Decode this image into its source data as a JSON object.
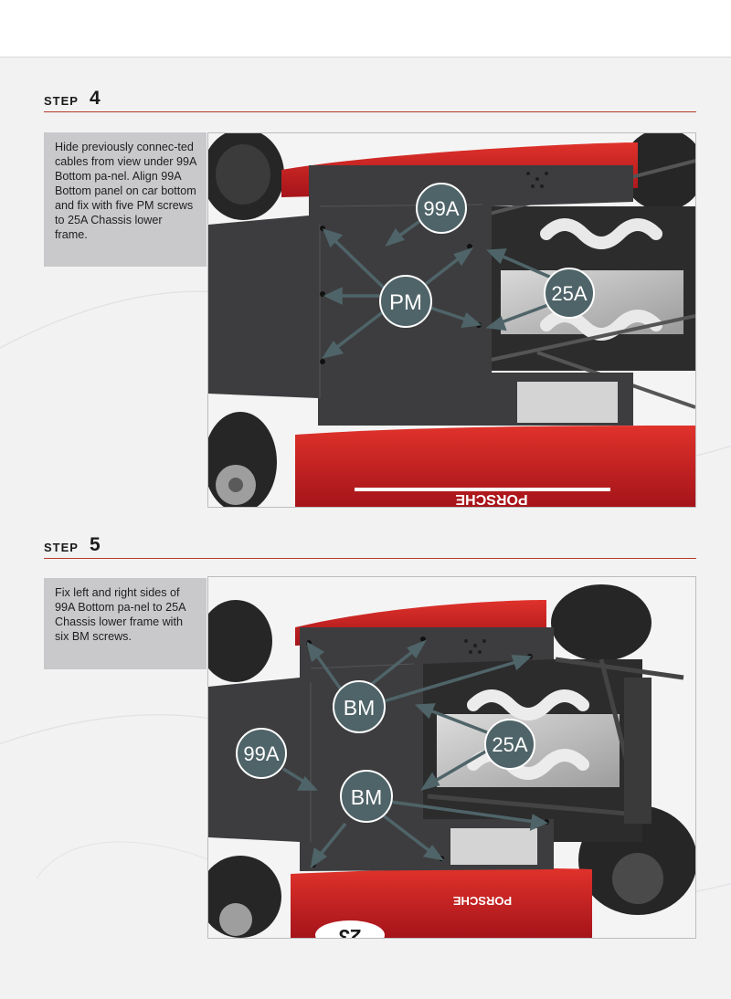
{
  "steps": [
    {
      "word": "STEP",
      "number": "4",
      "instruction": "Hide previously connec-ted cables from view under 99A Bottom pa-nel. Align 99A Bottom panel on car bottom and fix with five PM screws to 25A Chassis lower frame.",
      "callouts": {
        "part_panel": "99A",
        "screws": "PM",
        "part_frame": "25A"
      },
      "body_lettering": "PORSCHE"
    },
    {
      "word": "STEP",
      "number": "5",
      "instruction": "Fix left and right sides of 99A Bottom pa-nel to 25A Chassis lower frame with six BM screws.",
      "callouts": {
        "screws_top": "BM",
        "part_panel": "99A",
        "part_frame": "25A",
        "screws_bottom": "BM"
      },
      "body_lettering": "PORSCHE",
      "race_number": "23"
    }
  ],
  "colors": {
    "accent_rule": "#b63a2b",
    "callout_fill": "#4f6468",
    "panel_dark": "#3d3d3f",
    "body_red": "#c71f1f",
    "instruction_bg": "#c9c9cc"
  }
}
